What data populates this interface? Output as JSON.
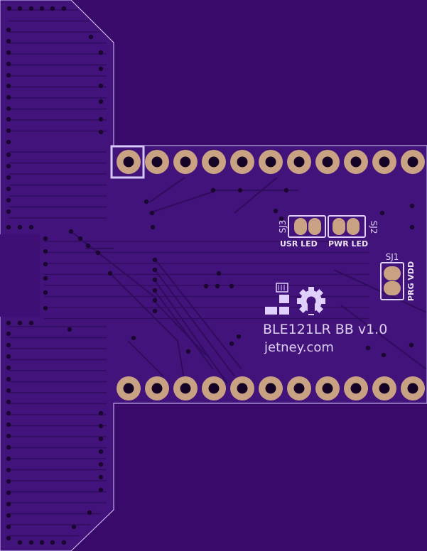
{
  "board": {
    "colors": {
      "background": "#3a0a6a",
      "board_fill": "#42137a",
      "trace": "#2c0d57",
      "pad_copper": "#c9a283",
      "silkscreen": "#e0d0ff",
      "via": "#1a0730"
    },
    "labels": {
      "title": "BLE121LR BB v1.0",
      "website": "jetney.com",
      "sj3": "SJ3",
      "sj2": "SJ2",
      "sj1": "SJ1",
      "usr_led": "USR LED",
      "pwr_led": "PWR LED",
      "prg_vdd": "PRG VDD"
    },
    "icons": [
      "open-hardware-gear-icon",
      "qr-block-icon"
    ]
  }
}
